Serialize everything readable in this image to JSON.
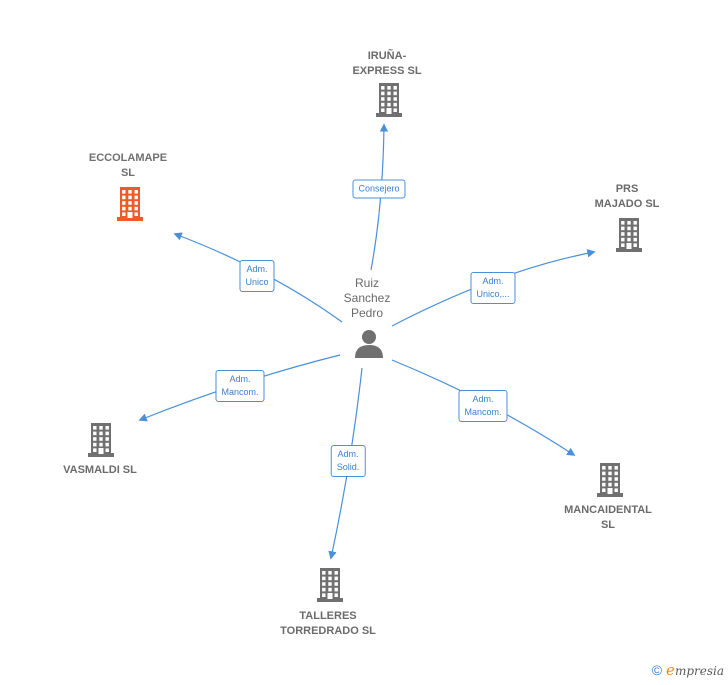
{
  "center": {
    "label": "Ruiz\nSanchez\nPedro",
    "icon": "person-icon",
    "color": "#707070"
  },
  "nodes": [
    {
      "id": "iruna",
      "label": "IRUÑA-\nEXPRESS SL",
      "icon": "building-icon",
      "color": "#707070",
      "edge_label": "Consejero"
    },
    {
      "id": "eccolamape",
      "label": "ECCOLAMAPE\nSL",
      "icon": "building-icon",
      "color": "#f05a28",
      "edge_label": "Adm.\nUnico"
    },
    {
      "id": "prs",
      "label": "PRS\nMAJADO  SL",
      "icon": "building-icon",
      "color": "#707070",
      "edge_label": "Adm.\nUnico,..."
    },
    {
      "id": "vasmaldi",
      "label": "VASMALDI  SL",
      "icon": "building-icon",
      "color": "#707070",
      "edge_label": "Adm.\nMancom."
    },
    {
      "id": "mancaidental",
      "label": "MANCAIDENTAL\nSL",
      "icon": "building-icon",
      "color": "#707070",
      "edge_label": "Adm.\nMancom."
    },
    {
      "id": "talleres",
      "label": "TALLERES\nTORREDRADO SL",
      "icon": "building-icon",
      "color": "#707070",
      "edge_label": "Adm.\nSolid."
    }
  ],
  "edge_color": "#4a90d9",
  "footer": {
    "copyright_symbol": "©",
    "brand_initial": "e",
    "brand_rest": "mpresia"
  }
}
